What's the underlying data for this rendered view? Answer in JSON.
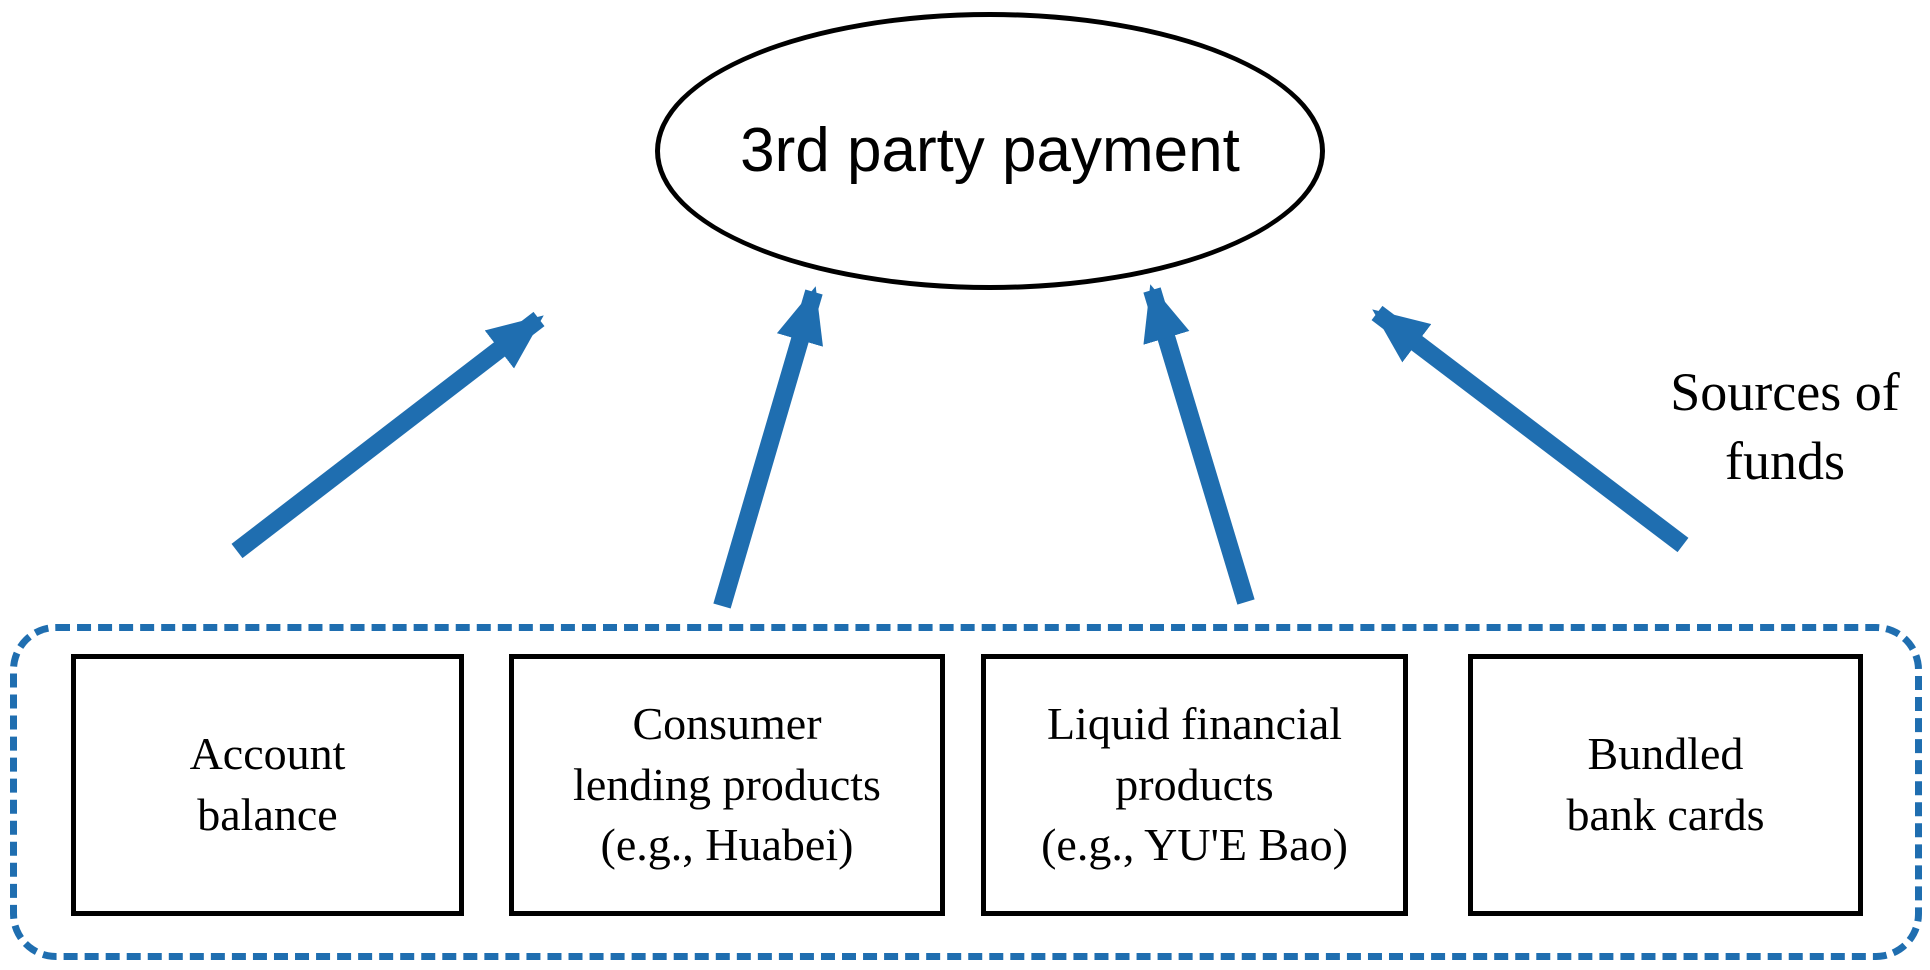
{
  "diagram": {
    "title_node": {
      "label": "3rd party payment"
    },
    "side_label": "Sources of\nfunds",
    "sources": [
      {
        "label": "Account\nbalance"
      },
      {
        "label": "Consumer\nlending products\n(e.g., Huabei)"
      },
      {
        "label": "Liquid financial\nproducts\n(e.g., YU'E Bao)"
      },
      {
        "label": "Bundled\nbank cards"
      }
    ],
    "arrows": [
      {
        "from": "Account balance",
        "to": "3rd party payment"
      },
      {
        "from": "Consumer lending products (e.g., Huabei)",
        "to": "3rd party payment"
      },
      {
        "from": "Liquid financial products (e.g., YU'E Bao)",
        "to": "3rd party payment"
      },
      {
        "from": "Bundled bank cards",
        "to": "3rd party payment"
      }
    ],
    "colors": {
      "arrow": "#1f6eb0",
      "container_border": "#1f6eb0",
      "node_border": "#000000",
      "background": "#ffffff"
    }
  }
}
